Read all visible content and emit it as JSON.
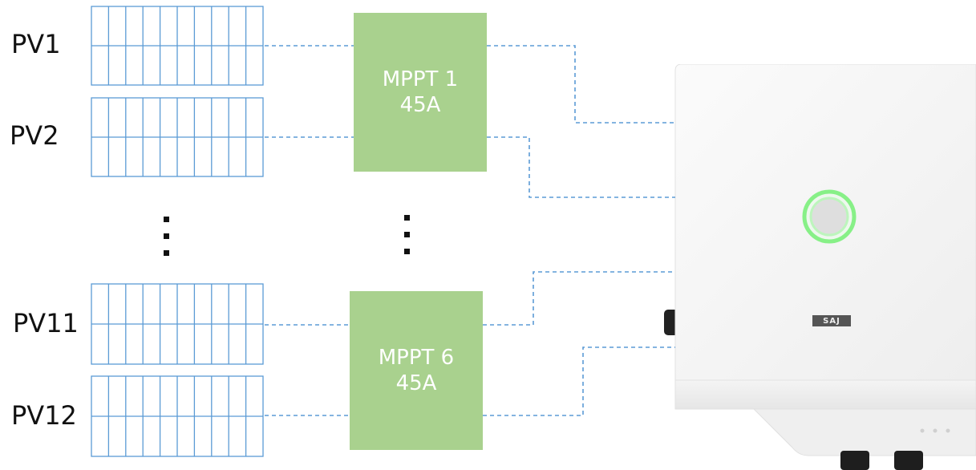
{
  "pv_strings": [
    {
      "label": "PV1"
    },
    {
      "label": "PV2"
    },
    {
      "label": "PV11"
    },
    {
      "label": "PV12"
    }
  ],
  "mppts": [
    {
      "name": "MPPT 1",
      "current": "45A"
    },
    {
      "name": "MPPT 6",
      "current": "45A"
    }
  ],
  "inverter": {
    "brand": "SAJ"
  },
  "colors": {
    "panel_stroke": "#5b9bd5",
    "wire": "#5b9bd5",
    "mppt_fill": "#a9d18e",
    "led_ring": "#4cd964"
  }
}
